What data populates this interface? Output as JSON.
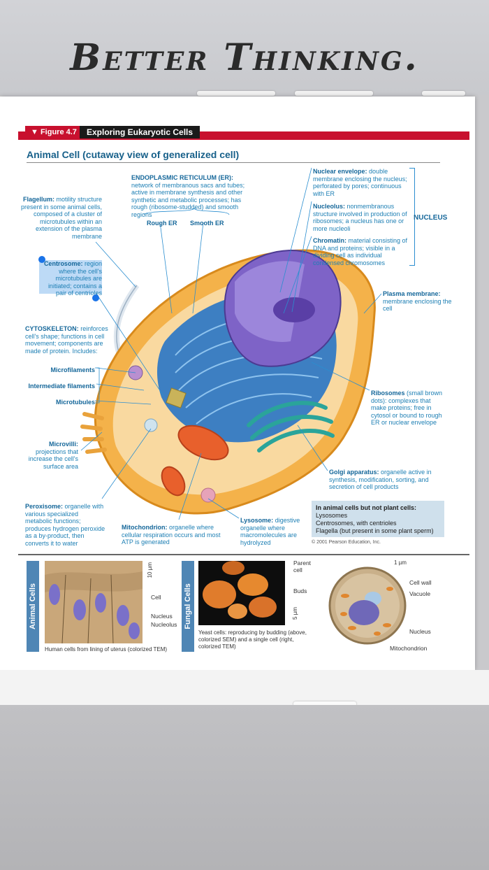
{
  "app": {
    "title": "Better Thinking."
  },
  "figure": {
    "number": "▼ Figure 4.7",
    "name": "Exploring Eukaryotic Cells",
    "title": "Animal Cell (cutaway view of generalized cell)"
  },
  "labels": {
    "er": {
      "term": "ENDOPLASMIC RETICULUM (ER):",
      "text": "network of membranous sacs and tubes; active in membrane synthesis and other synthetic and metabolic processes; has rough (ribosome-studded) and smooth regions"
    },
    "rough_er": "Rough ER",
    "smooth_er": "Smooth ER",
    "flagellum": {
      "term": "Flagellum:",
      "text": "motility structure present in some animal cells, composed of a cluster of microtubules within an extension of the plasma membrane"
    },
    "centrosome": {
      "term": "Centrosome:",
      "text": "region where the cell's microtubules are initiated; contains a pair of centrioles"
    },
    "cytoskeleton": {
      "term": "CYTOSKELETON:",
      "text": "reinforces cell's shape; functions in cell movement; components are made of protein. Includes:"
    },
    "microfilaments": "Microfilaments",
    "intermediate_filaments": "Intermediate filaments",
    "microtubules": "Microtubules",
    "microvilli": {
      "term": "Microvilli:",
      "text": "projections that increase the cell's surface area"
    },
    "peroxisome": {
      "term": "Peroxisome:",
      "text": "organelle with various specialized metabolic functions; produces hydrogen peroxide as a by-product, then converts it to water"
    },
    "mitochondrion": {
      "term": "Mitochondrion:",
      "text": "organelle where cellular respiration occurs and most ATP is generated"
    },
    "lysosome": {
      "term": "Lysosome:",
      "text": "digestive organelle where macromolecules are hydrolyzed"
    },
    "nuclear_envelope": {
      "term": "Nuclear envelope:",
      "text": "double membrane enclosing the nucleus; perforated by pores; continuous with ER"
    },
    "nucleolus": {
      "term": "Nucleolus:",
      "text": "nonmembranous structure involved in production of ribosomes; a nucleus has one or more nucleoli"
    },
    "chromatin": {
      "term": "Chromatin:",
      "text": "material consisting of DNA and proteins; visible in a dividing cell as individual condensed chromosomes"
    },
    "nucleus": "NUCLEUS",
    "plasma_membrane": {
      "term": "Plasma membrane:",
      "text": "membrane enclosing the cell"
    },
    "ribosomes": {
      "term": "Ribosomes",
      "text": "(small brown dots): complexes that make proteins; free in cytosol or bound to rough ER or nuclear envelope"
    },
    "golgi": {
      "term": "Golgi apparatus:",
      "text": "organelle active in synthesis, modification, sorting, and secretion of cell products"
    }
  },
  "note": {
    "heading": "In animal cells but not plant cells:",
    "lines": [
      "Lysosomes",
      "Centrosomes, with centrioles",
      "Flagella (but present in some plant sperm)"
    ]
  },
  "copyright": "© 2001 Pearson Education, Inc.",
  "panels": {
    "animal": {
      "side": "Animal Cells",
      "scale": "10 µm",
      "cell": "Cell",
      "nucleus": "Nucleus",
      "nucleolus": "Nucleolus",
      "caption": "Human cells from lining of uterus (colorized TEM)"
    },
    "fungal": {
      "side": "Fungal Cells",
      "parent": "Parent cell",
      "buds": "Buds",
      "scale": "5 µm",
      "caption": "Yeast cells: reproducing by budding (above, colorized SEM) and a single cell (right, colorized TEM)"
    },
    "yeast": {
      "scale": "1 µm",
      "cell_wall": "Cell wall",
      "vacuole": "Vacuole",
      "nucleus": "Nucleus",
      "mitochondrion": "Mitochondrion"
    }
  },
  "colors": {
    "label_blue": "#1d7fb4",
    "figure_red": "#c8102e",
    "panel_blue": "#4f86b5"
  }
}
